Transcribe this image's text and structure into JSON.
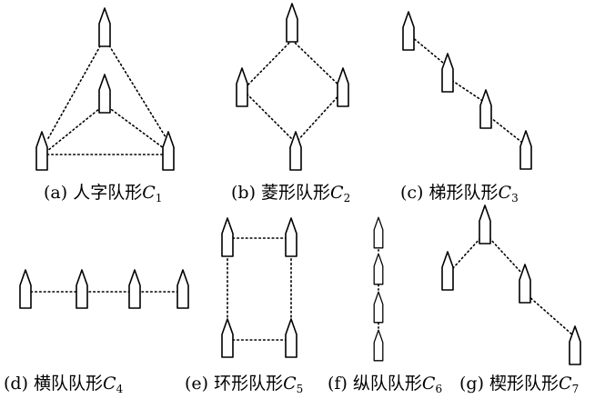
{
  "figure": {
    "panels": [
      {
        "id": "a",
        "caption": {
          "prefix": "(a) 人字队形",
          "letter": "C",
          "sub": "1"
        }
      },
      {
        "id": "b",
        "caption": {
          "prefix": "(b) 菱形队形",
          "letter": "C",
          "sub": "2"
        }
      },
      {
        "id": "c",
        "caption": {
          "prefix": "(c) 梯形队形",
          "letter": "C",
          "sub": "3"
        }
      },
      {
        "id": "d",
        "caption": {
          "prefix": "(d) 横队队形",
          "letter": "C",
          "sub": "4"
        }
      },
      {
        "id": "e",
        "caption": {
          "prefix": "(e) 环形队形",
          "letter": "C",
          "sub": "5"
        }
      },
      {
        "id": "f",
        "caption": {
          "prefix": "(f) 纵队队形",
          "letter": "C",
          "sub": "6"
        }
      },
      {
        "id": "g",
        "caption": {
          "prefix": "(g) 楔形队形",
          "letter": "C",
          "sub": "7"
        }
      }
    ]
  }
}
